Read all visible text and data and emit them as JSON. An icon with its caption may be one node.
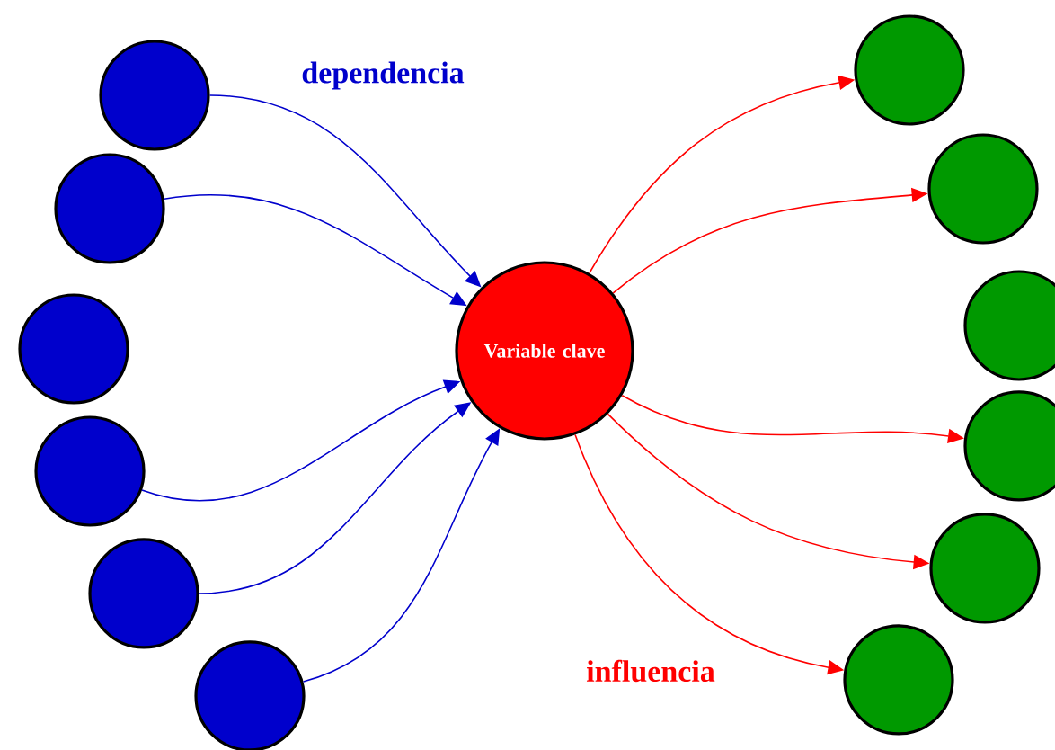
{
  "diagram": {
    "nodes": [
      {
        "text": [],
        "shape": "circle"
      },
      {
        "text": [],
        "shape": "circle"
      },
      {
        "text": [],
        "shape": "circle"
      },
      {
        "text": [],
        "shape": "circle"
      },
      {
        "text": [],
        "shape": "circle"
      },
      {
        "text": [],
        "shape": "circle"
      },
      {
        "text": [
          "Variable clave"
        ]
      },
      {
        "text": [],
        "shape": "circle"
      },
      {
        "text": [],
        "shape": "circle"
      },
      {
        "text": [],
        "shape": "circle"
      },
      {
        "text": [],
        "shape": "circle"
      },
      {
        "text": [],
        "shape": "circle"
      },
      {
        "text": [],
        "shape": "circle"
      }
    ],
    "edges": [
      {
        "from": 0,
        "to": 6,
        "arrow": "to",
        "color": "#0000cc"
      },
      {
        "from": 1,
        "to": 6,
        "arrow": "to",
        "color": "#0000cc"
      },
      {
        "from": 3,
        "to": 6,
        "arrow": "to",
        "color": "#0000cc"
      },
      {
        "from": 4,
        "to": 6,
        "arrow": "to",
        "color": "#0000cc"
      },
      {
        "from": 5,
        "to": 6,
        "arrow": "to",
        "color": "#0000cc"
      },
      {
        "from": 6,
        "to": 7,
        "arrow": "to",
        "color": "#ff0000"
      },
      {
        "from": 6,
        "to": 8,
        "arrow": "to",
        "color": "#ff0000"
      },
      {
        "from": 6,
        "to": 10,
        "arrow": "to",
        "color": "#ff0000"
      },
      {
        "from": 6,
        "to": 11,
        "arrow": "to",
        "color": "#ff0000"
      },
      {
        "from": 6,
        "to": 12,
        "arrow": "to",
        "color": "#ff0000"
      }
    ],
    "labels": [
      "dependencia",
      "influencia"
    ]
  }
}
